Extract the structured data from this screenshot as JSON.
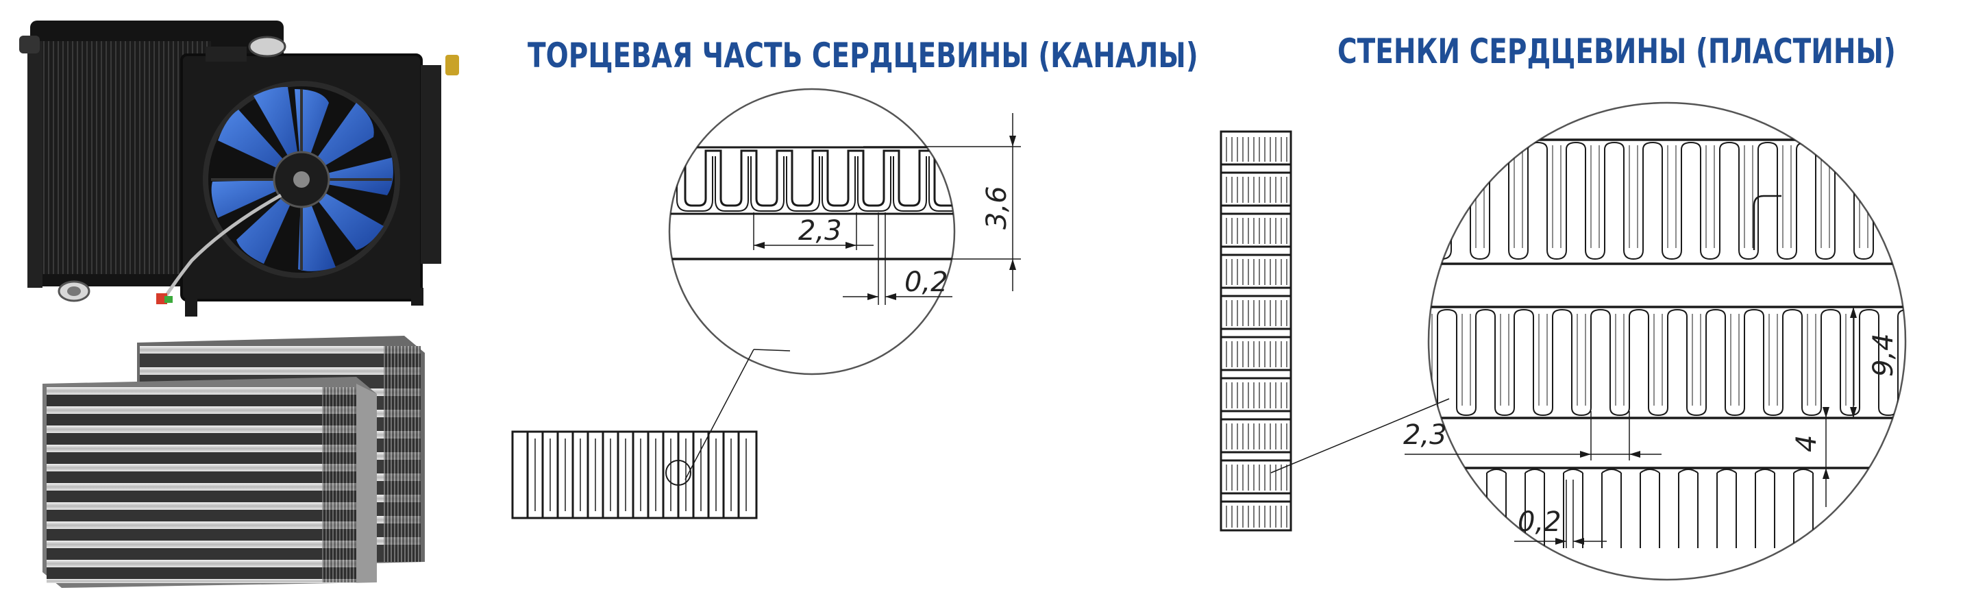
{
  "titles": {
    "left": "ТОРЦЕВАЯ ЧАСТЬ СЕРДЦЕВИНЫ (КАНАЛЫ)",
    "right": "СТЕНКИ СЕРДЦЕВИНЫ (ПЛАСТИНЫ)"
  },
  "dimensions": {
    "left_pitch": "2,3",
    "left_height": "3,6",
    "left_thickness": "0,2",
    "right_height_total": "9,4",
    "right_gap": "4",
    "right_pitch": "2,3",
    "right_thickness": "0,2"
  },
  "colors": {
    "title": "#1f4e96",
    "fan_blue": "#2a5fc4",
    "radiator_dark": "#1b1b1b",
    "core_silver": "#b8b8b8"
  },
  "icons": {
    "radiator_photo": "radiator-fan-photo",
    "core_photo": "aluminum-core-photo"
  }
}
